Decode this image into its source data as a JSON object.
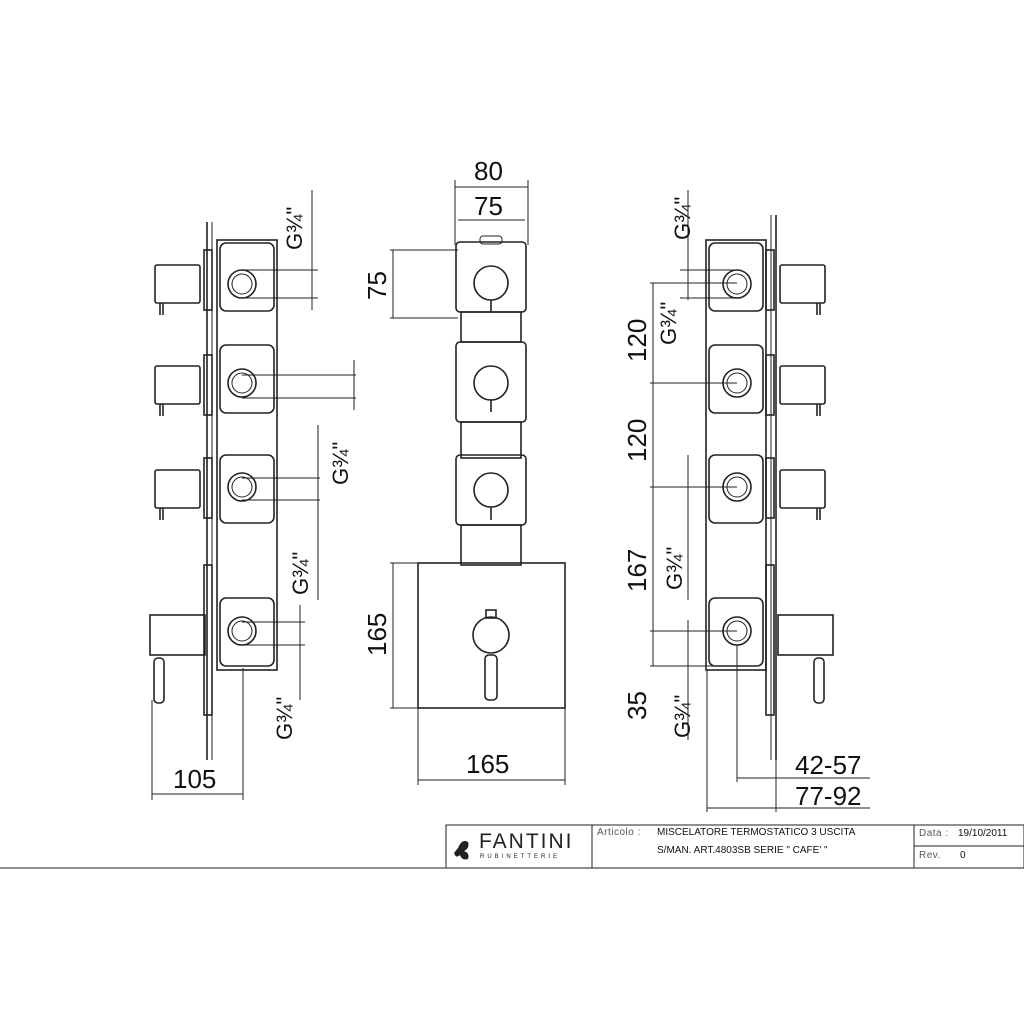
{
  "views": {
    "left": {
      "dim_width": "105",
      "thread_labels": [
        "G¾\"",
        "G¾\"",
        "G¾\"",
        "G¾\""
      ]
    },
    "center": {
      "dim_top_outer": "80",
      "dim_top_inner": "75",
      "dim_module_height": "75",
      "dim_plate_height": "165",
      "dim_plate_width": "165"
    },
    "right": {
      "thread_labels": [
        "G¾\"",
        "G¾\"",
        "G¾\"",
        "G¾\""
      ],
      "dim_spacing_1": "120",
      "dim_spacing_2": "120",
      "dim_spacing_3": "167",
      "dim_offset_bottom": "35",
      "dim_depth_1": "42-57",
      "dim_depth_2": "77-92"
    }
  },
  "title_block": {
    "brand": "FANTINI",
    "brand_sub": "RUBINETTERIE",
    "articolo_label": "Articolo :",
    "articolo_line1": "MISCELATORE TERMOSTATICO 3 USCITA",
    "articolo_line2": "S/MAN. ART.4803SB SERIE \" CAFE' \"",
    "data_label": "Data :",
    "data_value": "19/10/2011",
    "rev_label": "Rev.",
    "rev_value": "0"
  }
}
